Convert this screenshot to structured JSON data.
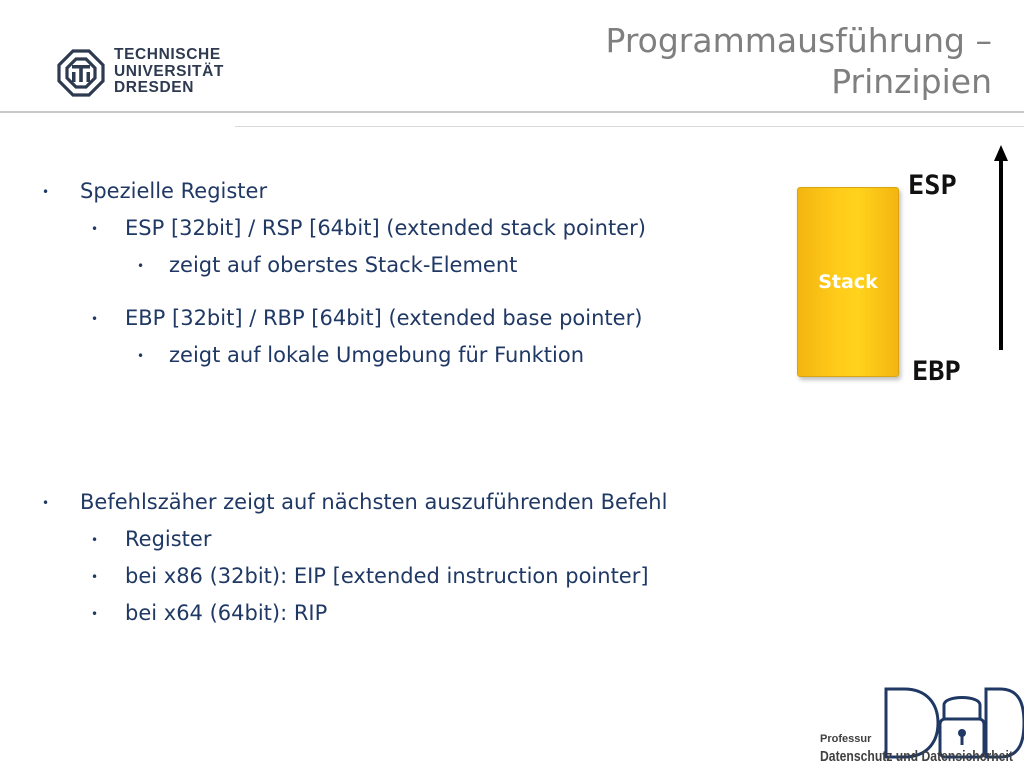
{
  "logo": {
    "lines": [
      "TECHNISCHE",
      "UNIVERSITÄT",
      "DRESDEN"
    ],
    "icon": "tu-dresden-emblem-icon"
  },
  "title": {
    "line1": "Programmausführung –",
    "line2": "Prinzipien"
  },
  "bullets": {
    "b1": "Spezielle Register",
    "b1_1": "ESP [32bit] / RSP [64bit] (extended stack pointer)",
    "b1_1_1": "zeigt auf oberstes Stack-Element",
    "b1_2": "EBP [32bit] / RBP [64bit] (extended base pointer)",
    "b1_2_1": "zeigt auf lokale Umgebung für Funktion",
    "b2": "Befehlszäher zeigt auf nächsten auszuführenden Befehl",
    "b2_1": "Register",
    "b2_2": "bei x86 (32bit): EIP [extended instruction pointer]",
    "b2_3": "bei x64 (64bit): RIP"
  },
  "diagram": {
    "stack_label": "Stack",
    "esp_label": "ESP",
    "ebp_label": "EBP",
    "stack_color": "#ffcc1a",
    "arrow_icon": "up-arrow-icon"
  },
  "footer": {
    "dud_logo": "DuD",
    "prof_label": "Professur",
    "chair_name": "Datenschutz und Datensicherheit"
  }
}
